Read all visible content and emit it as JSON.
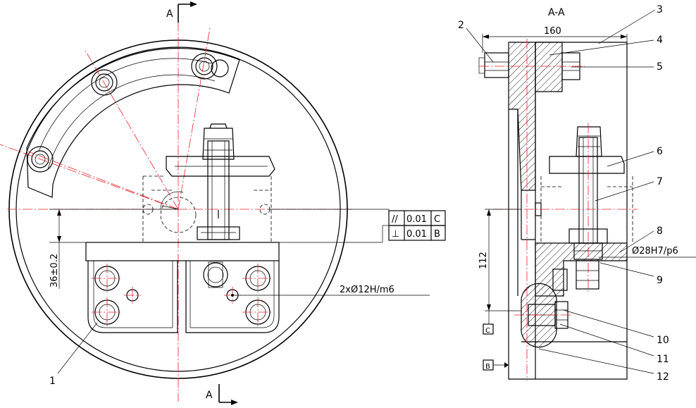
{
  "section_marks": {
    "top": "A",
    "bottom": "A"
  },
  "section_title": "A-A",
  "part_numbers": [
    "1",
    "2",
    "3",
    "4",
    "5",
    "6",
    "7",
    "8",
    "9",
    "10",
    "11",
    "12"
  ],
  "dimensions": {
    "width": "160",
    "height": "112",
    "offset": "36±0.2",
    "holes": "2xØ12H/m6",
    "fit": "Ø28H7/p6"
  },
  "tolerance_frames": [
    {
      "symbol": "//",
      "value": "0.01",
      "datum": "C"
    },
    {
      "symbol": "⊥",
      "value": "0.01",
      "datum": "B"
    }
  ],
  "datums": [
    "C",
    "B"
  ],
  "colors": {
    "line": "#000000",
    "center_line": "#e8202a",
    "background": "#ffffff"
  }
}
